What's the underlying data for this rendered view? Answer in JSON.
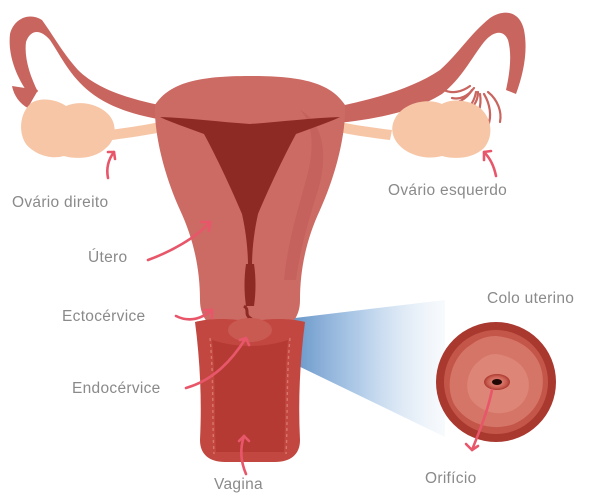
{
  "labels": {
    "ovario_direito": "Ovário direito",
    "ovario_esquerdo": "Ovário esquerdo",
    "utero": "Útero",
    "ectocervice": "Ectocérvice",
    "endocervice": "Endocérvice",
    "colo_uterino": "Colo uterino",
    "vagina": "Vagina",
    "orificio": "Orifício"
  },
  "colors": {
    "tube": "#c9655f",
    "uterus_body": "#cc6a64",
    "uterus_shade": "#b9534f",
    "cavity": "#8e2a24",
    "ovary": "#f6c6a6",
    "vagina": "#c24740",
    "arrow": "#e8566a",
    "zoom_blue": "#2f6fb4",
    "label_text": "#8a8a8a"
  }
}
